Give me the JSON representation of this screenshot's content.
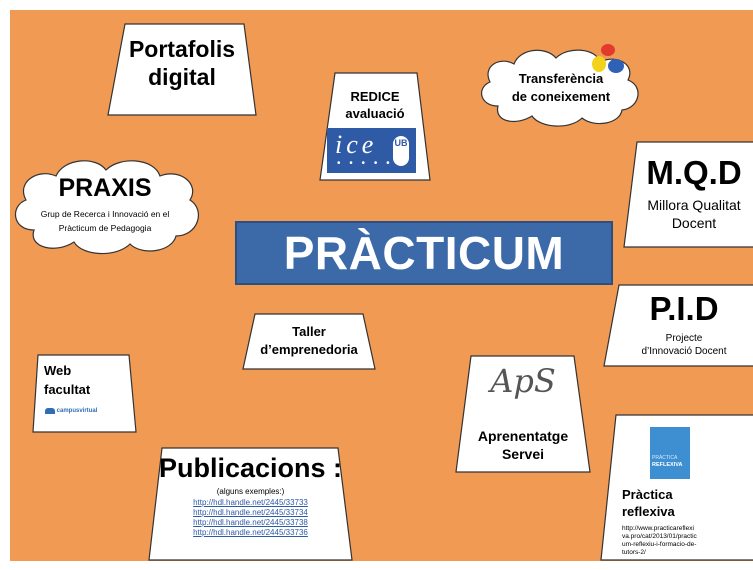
{
  "main": {
    "title": "PRÀCTICUM"
  },
  "portafolis": {
    "line1": "Portafolis",
    "line2": "digital"
  },
  "redice": {
    "line1": "REDICE",
    "line2": "avaluació",
    "logo_text": "ice",
    "logo_badge": "UB"
  },
  "transferencia": {
    "line1": "Transferència",
    "line2": "de coneixement"
  },
  "praxis": {
    "title": "PRAXIS",
    "line1": "Grup de Recerca i Innovació en el",
    "line2": "Pràcticum de Pedagogia"
  },
  "mqd": {
    "title": "M.Q.D",
    "line1": "Millora Qualitat",
    "line2": "Docent"
  },
  "taller": {
    "line1": "Taller",
    "line2": "d’emprenedoria"
  },
  "pid": {
    "title": "P.I.D",
    "line1": "Projecte",
    "line2": "d’Innovació Docent"
  },
  "web": {
    "line1": "Web",
    "line2": "facultat",
    "logo_text": "campusvirtual"
  },
  "aps": {
    "logo": "ApS",
    "line1": "Aprenentatge",
    "line2": "Servei"
  },
  "publicacions": {
    "title": "Publicacions :",
    "subtitle": "(alguns exemples:)",
    "links": [
      "http://hdl.handle.net/2445/33733",
      "http://hdl.handle.net/2445/33734",
      "http://hdl.handle.net/2445/33738",
      "http://hdl.handle.net/2445/33736"
    ]
  },
  "reflexiva": {
    "book_line1": "PRÀCTICA",
    "book_line2": "REFLEXIVA",
    "line1": "Pràctica",
    "line2": "reflexiva",
    "url_lines": [
      "http://www.practicareflexi",
      "va.pro/cat/2013/01/practic",
      "um-reflexiu-i-formacio-de-",
      "tutors-2/"
    ]
  },
  "colors": {
    "background": "#f09a54",
    "title_box": "#3c6aa8",
    "link": "#2e5aa8",
    "ice_logo": "#2f5aa6"
  }
}
